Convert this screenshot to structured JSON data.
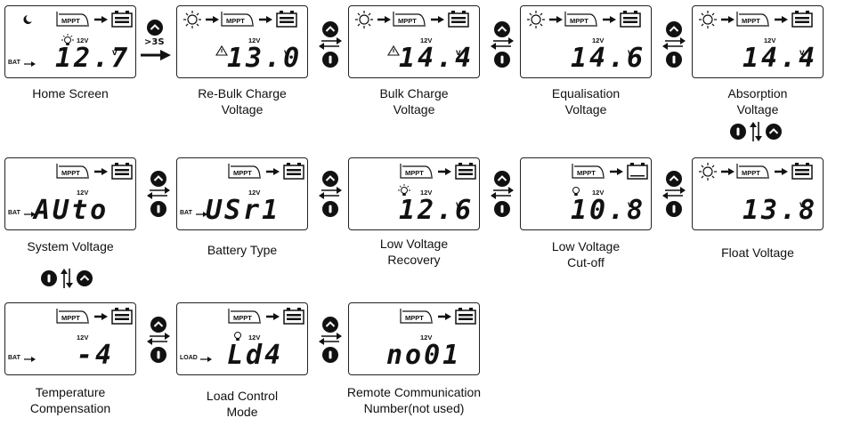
{
  "screens": [
    {
      "id": "home",
      "caption": [
        "Home Screen"
      ],
      "value": "12.7",
      "unit": "V",
      "system": "12V",
      "side": "BAT",
      "sun": false,
      "moon": true,
      "bulb": true,
      "warn": false
    },
    {
      "id": "rebulk",
      "caption": [
        "Re-Bulk Charge",
        "Voltage"
      ],
      "value": "13.0",
      "unit": "V",
      "system": "12V",
      "side": "",
      "sun": true,
      "moon": false,
      "bulb": false,
      "warn": true
    },
    {
      "id": "bulk",
      "caption": [
        "Bulk Charge",
        "Voltage"
      ],
      "value": "14.4",
      "unit": "V",
      "system": "12V",
      "side": "",
      "sun": true,
      "moon": false,
      "bulb": false,
      "warn": true
    },
    {
      "id": "equal",
      "caption": [
        "Equalisation",
        "Voltage"
      ],
      "value": "14.6",
      "unit": "V",
      "system": "12V",
      "side": "",
      "sun": true,
      "moon": false,
      "bulb": false,
      "warn": false
    },
    {
      "id": "absorb",
      "caption": [
        "Absorption",
        "Voltage"
      ],
      "value": "14.4",
      "unit": "V",
      "system": "12V",
      "side": "",
      "sun": true,
      "moon": false,
      "bulb": false,
      "warn": false
    },
    {
      "id": "sysvolt",
      "caption": [
        "System Voltage"
      ],
      "value": "AUto",
      "unit": "",
      "system": "12V",
      "side": "BAT",
      "sun": false,
      "moon": false,
      "bulb": false,
      "warn": false
    },
    {
      "id": "battype",
      "caption": [
        "Battery Type"
      ],
      "value": "USr1",
      "unit": "",
      "system": "12V",
      "side": "BAT",
      "sun": false,
      "moon": false,
      "bulb": false,
      "warn": false
    },
    {
      "id": "lvr",
      "caption": [
        "Low Voltage",
        "Recovery"
      ],
      "value": "12.6",
      "unit": "V",
      "system": "12V",
      "side": "",
      "sun": false,
      "moon": false,
      "bulb": true,
      "warn": false
    },
    {
      "id": "lvc",
      "caption": [
        "Low Voltage",
        "Cut-off"
      ],
      "value": "10.8",
      "unit": "V",
      "system": "12V",
      "side": "",
      "sun": false,
      "moon": false,
      "bulb": true,
      "warn": false
    },
    {
      "id": "float",
      "caption": [
        "Float Voltage"
      ],
      "value": "13.8",
      "unit": "V",
      "system": "",
      "side": "",
      "sun": true,
      "moon": false,
      "bulb": false,
      "warn": false
    },
    {
      "id": "temp",
      "caption": [
        "Temperature",
        "Compensation"
      ],
      "value": "-4",
      "unit": "",
      "system": "12V",
      "side": "BAT",
      "sun": false,
      "moon": false,
      "bulb": false,
      "warn": false
    },
    {
      "id": "load",
      "caption": [
        "Load Control",
        "Mode"
      ],
      "value": "Ld4",
      "unit": "",
      "system": "12V",
      "side": "LOAD",
      "sun": false,
      "moon": false,
      "bulb": true,
      "warn": false
    },
    {
      "id": "remote",
      "caption": [
        "Remote Communication",
        "Number(not used)"
      ],
      "value": "no01",
      "unit": "",
      "system": "12V",
      "side": "",
      "sun": false,
      "moon": false,
      "bulb": false,
      "warn": false
    }
  ],
  "mppt_label": "MPPT",
  "hold_label": ">3S",
  "colors": {
    "ink": "#111111",
    "background": "#ffffff"
  }
}
